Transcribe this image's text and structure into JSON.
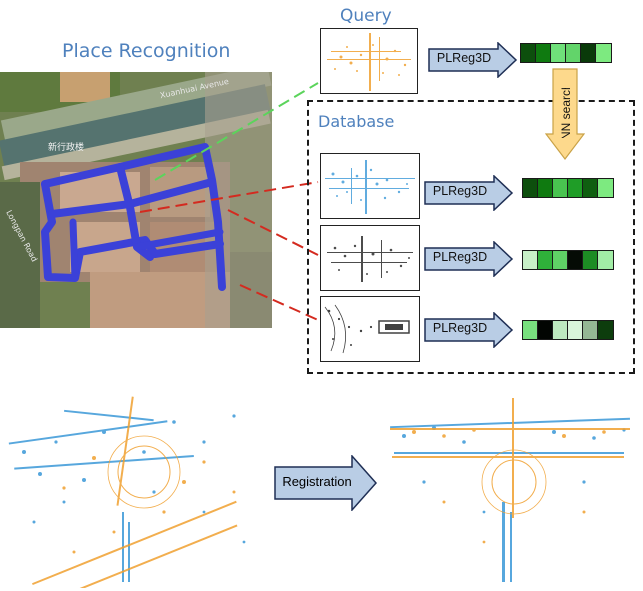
{
  "titles": {
    "place_recognition": "Place Recognition",
    "query": "Query",
    "database": "Database"
  },
  "map_labels": {
    "road_top": "Xuanhuai Avenue",
    "building": "新行政楼",
    "road_left": "Longpan Road"
  },
  "pipeline": {
    "plreg_label": "PLReg3D",
    "nn_label": "NN search",
    "registration_label": "Registration"
  },
  "feature_vectors": {
    "query": [
      "#0d4f0d",
      "#0f7a10",
      "#6fe07a",
      "#62d46a",
      "#0a3a0a",
      "#7dea80"
    ],
    "db1": [
      "#0d4f0d",
      "#0f7a10",
      "#49c450",
      "#1f9d27",
      "#0f5f10",
      "#7dea80"
    ],
    "db2": [
      "#c8f0c8",
      "#2fb03a",
      "#5fd066",
      "#050b05",
      "#1d8c24",
      "#a2eda6"
    ],
    "db3": [
      "#78e07e",
      "#020502",
      "#bde9bf",
      "#d9f5da",
      "#94b894",
      "#0d3d0d"
    ]
  },
  "colors": {
    "title_blue": "#4f81bd",
    "arrow_fill": "#b9cde5",
    "arrow_stroke": "#1f2f55",
    "nn_fill": "#fdd98c",
    "trajectory": "#3b41d8",
    "link_green": "#5bd45b",
    "link_red": "#d42a1f",
    "cloud_orange": "#f0a030",
    "cloud_blue": "#3a98d8"
  }
}
